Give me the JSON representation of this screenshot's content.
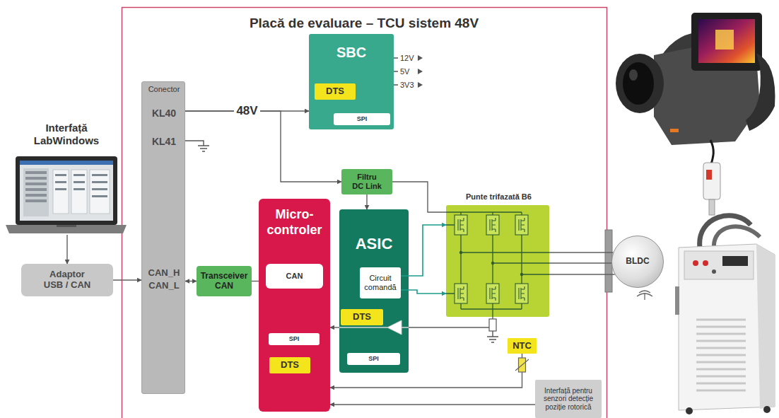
{
  "diagram": {
    "nodes": [
      {
        "text": [
          "Placă de evaluare – TCU sistem 48V"
        ]
      },
      {
        "text": [
          "Interfață LabWindows"
        ]
      },
      {
        "text": [
          "Adaptor USB / CAN"
        ]
      },
      {
        "text": [
          "Conector",
          "KL40",
          "KL41",
          "CAN_H",
          "CAN_L"
        ],
        "in": 0
      },
      {
        "text": [
          "SBC"
        ],
        "in": 0
      },
      {
        "text": [
          "DTS"
        ],
        "in": 4
      },
      {
        "text": [
          "SPI"
        ],
        "in": 4
      },
      {
        "text": [
          "Filtru DC Link"
        ],
        "in": 0
      },
      {
        "text": [
          "Punte trifazată B6"
        ],
        "in": 0
      },
      {
        "text": [
          "Transceiver CAN"
        ],
        "in": 0
      },
      {
        "text": [
          "Micro- controler"
        ],
        "in": 0
      },
      {
        "text": [
          "CAN"
        ],
        "in": 10
      },
      {
        "text": [
          "SPI"
        ],
        "in": 10
      },
      {
        "text": [
          "DTS"
        ],
        "in": 10
      },
      {
        "text": [
          "ASIC"
        ],
        "in": 0
      },
      {
        "text": [
          "Circuit comandă"
        ],
        "in": 14
      },
      {
        "text": [
          "DTS"
        ],
        "in": 14
      },
      {
        "text": [
          "SPI"
        ],
        "in": 14
      },
      {
        "text": [
          "NTC"
        ],
        "in": 0
      },
      {
        "text": [
          "Interfață pentru senzori detecție poziție rotorică"
        ],
        "in": 0
      },
      {
        "text": [
          "BLDC"
        ]
      }
    ],
    "edges": [
      {
        "from": 1,
        "to": 2,
        "arrow": "to"
      },
      {
        "from": 2,
        "to": 3,
        "arrow": "to"
      },
      {
        "from": 3,
        "to": 4,
        "label": "48V",
        "arrow": "to"
      },
      {
        "from": 3,
        "to": 7,
        "arrow": "to"
      },
      {
        "from": 7,
        "to": 14,
        "arrow": "to"
      },
      {
        "from": 7,
        "to": 8,
        "arrow": "none"
      },
      {
        "from": 3,
        "to": 9,
        "arrow": "both"
      },
      {
        "from": 9,
        "to": 10,
        "arrow": "none"
      },
      {
        "from": 15,
        "to": 8,
        "arrow": "to"
      },
      {
        "from": 15,
        "to": 8,
        "arrow": "to"
      },
      {
        "from": 8,
        "to": 14,
        "arrow": "none"
      },
      {
        "from": 14,
        "to": 10,
        "arrow": "to"
      },
      {
        "from": 8,
        "to": 20,
        "arrow": "none"
      },
      {
        "from": 8,
        "to": 20,
        "arrow": "none"
      },
      {
        "from": 8,
        "to": 20,
        "arrow": "none"
      },
      {
        "from": 18,
        "to": 10,
        "arrow": "to"
      },
      {
        "from": 19,
        "to": 10,
        "arrow": "to"
      }
    ],
    "labels": [
      "12V",
      "5V",
      "3V3"
    ]
  }
}
